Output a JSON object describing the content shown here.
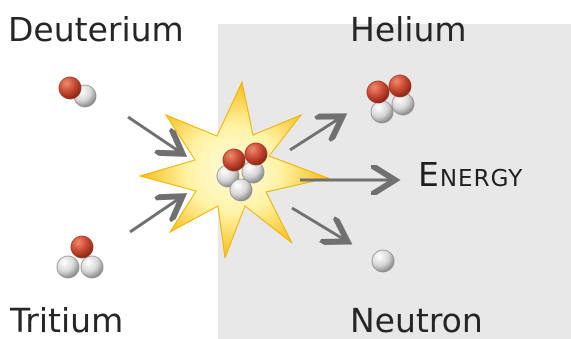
{
  "labels": {
    "deuterium": "Deuterium",
    "tritium": "Tritium",
    "helium": "Helium",
    "neutron": "Neutron",
    "energy": "Energy"
  },
  "colors": {
    "proton": "#c84a34",
    "neutron": "#d6d6d6",
    "arrow": "#707070",
    "burst_outer": "#f6b400",
    "burst_inner": "#fff3a6",
    "panel": "#e8e8e8",
    "text": "#262626"
  },
  "icons": {
    "particle_proton": "red-sphere",
    "particle_neutron": "grey-sphere",
    "reaction": "starburst"
  }
}
